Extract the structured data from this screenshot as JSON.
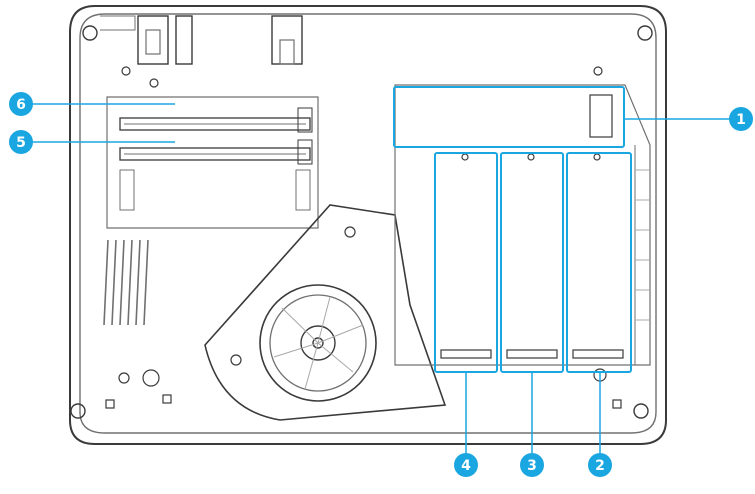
{
  "colors": {
    "accent": "#1aa6e0",
    "outline": "#3a3a3a",
    "background": "#ffffff"
  },
  "callouts": [
    {
      "id": "1",
      "label": "1"
    },
    {
      "id": "2",
      "label": "2"
    },
    {
      "id": "3",
      "label": "3"
    },
    {
      "id": "4",
      "label": "4"
    },
    {
      "id": "5",
      "label": "5"
    },
    {
      "id": "6",
      "label": "6"
    }
  ]
}
